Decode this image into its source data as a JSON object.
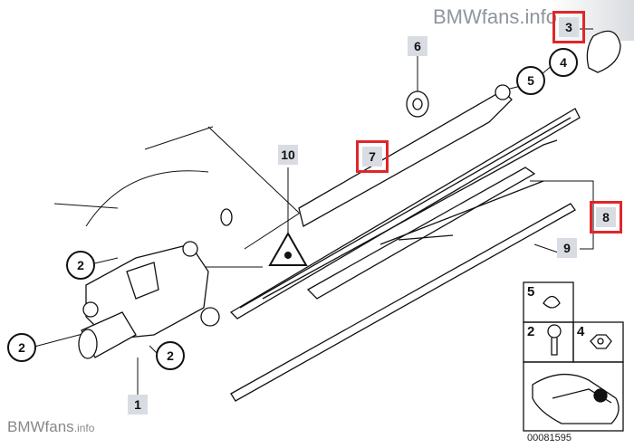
{
  "watermark_top": "BMWfans.info",
  "watermark_bottom": {
    "brand": "BMWfans",
    "suffix": ".info"
  },
  "part_number": "00081595",
  "callouts": {
    "c1": "1",
    "c2a": "2",
    "c2b": "2",
    "c2c": "2",
    "c3": "3",
    "c4": "4",
    "c5": "5",
    "c6": "6",
    "c7": "7",
    "c8": "8",
    "c9": "9",
    "c10": "10"
  },
  "legend": {
    "washer": "5",
    "screw": "2",
    "nut": "4"
  },
  "highlight_color": "#e0262b"
}
